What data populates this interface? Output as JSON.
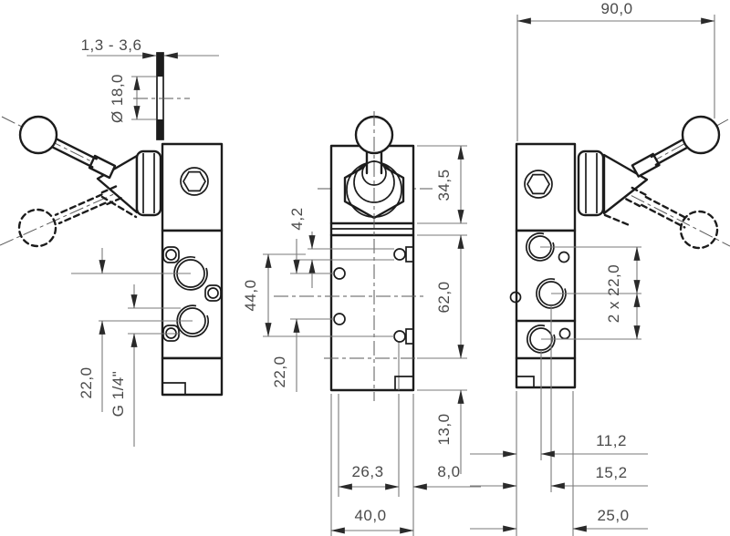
{
  "meta": {
    "type": "technical-drawing",
    "subject": "5/2-way hand lever valve, three orthographic views",
    "background_color": "#ffffff",
    "outline_color": "#1c1c1c",
    "dimension_line_color": "#7a7a7a",
    "text_color": "#4a4a4a"
  },
  "views": {
    "left_side": {
      "label": "left side view with panel plate and lever positions",
      "dims": {
        "panel_thickness": "1,3 - 3,6",
        "panel_hole_diameter": "Ø 18,0",
        "port_spacing": "22,0",
        "port_thread": "G 1/4\""
      }
    },
    "front": {
      "label": "front view",
      "dims": {
        "mount_hole_diameter": "4,2",
        "top_height": "34,5",
        "hole_span": "44,0",
        "body_height": "62,0",
        "hole_pitch": "22,0",
        "bottom_height": "13,0",
        "hole_spacing_h": "26,3",
        "edge_offset": "8,0",
        "width": "40,0"
      }
    },
    "right_side": {
      "label": "right side view with lever positions",
      "dims": {
        "overall_length": "90,0",
        "port_pitch": "2 x 22,0",
        "offset_a": "11,2",
        "offset_b": "15,2",
        "depth": "25,0"
      }
    }
  }
}
